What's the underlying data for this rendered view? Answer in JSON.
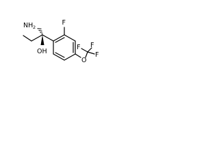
{
  "molecule": {
    "atoms": {
      "fluorine": "F",
      "amine_main": "NH",
      "amine_sub": "2",
      "hydroxyl": "OH",
      "ether_oxygen": "O",
      "trifluoro_top_left": "F",
      "trifluoro_top_right": "F",
      "trifluoro_right": "F"
    },
    "colors": {
      "bond": "#000000",
      "label": "#000000",
      "background": "#ffffff"
    }
  }
}
